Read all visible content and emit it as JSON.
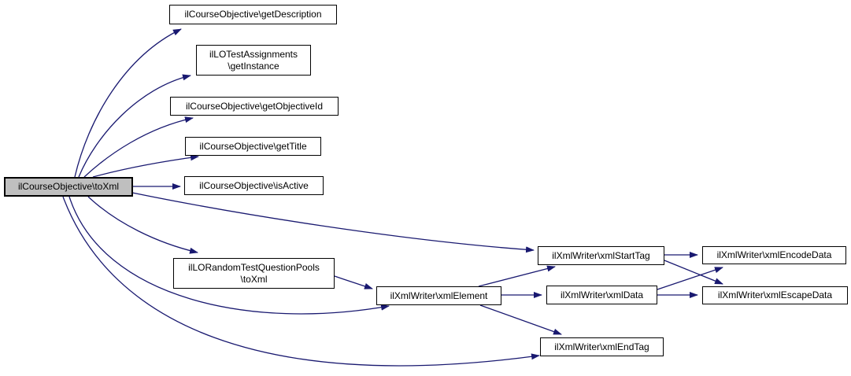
{
  "diagram": {
    "type": "call-graph",
    "root_function": "ilCourseObjective\\toXml",
    "colors": {
      "edge": "#191970",
      "node_border": "#000000",
      "node_fill": "#ffffff",
      "root_node_fill": "#bfbfbf",
      "text": "#000000",
      "background": "#ffffff"
    },
    "nodes": {
      "toXml": {
        "lines": [
          "ilCourseObjective\\toXml"
        ],
        "highlighted": true
      },
      "getDescription": {
        "lines": [
          "ilCourseObjective\\getDescription"
        ]
      },
      "getInstance": {
        "lines": [
          "ilLOTestAssignments",
          "\\getInstance"
        ]
      },
      "getObjectiveId": {
        "lines": [
          "ilCourseObjective\\getObjectiveId"
        ]
      },
      "getTitle": {
        "lines": [
          "ilCourseObjective\\getTitle"
        ]
      },
      "isActive": {
        "lines": [
          "ilCourseObjective\\isActive"
        ]
      },
      "randomPoolsToXml": {
        "lines": [
          "ilLORandomTestQuestionPools",
          "\\toXml"
        ]
      },
      "xmlElement": {
        "lines": [
          "ilXmlWriter\\xmlElement"
        ]
      },
      "xmlStartTag": {
        "lines": [
          "ilXmlWriter\\xmlStartTag"
        ]
      },
      "xmlData": {
        "lines": [
          "ilXmlWriter\\xmlData"
        ]
      },
      "xmlEndTag": {
        "lines": [
          "ilXmlWriter\\xmlEndTag"
        ]
      },
      "xmlEncodeData": {
        "lines": [
          "ilXmlWriter\\xmlEncodeData"
        ]
      },
      "xmlEscapeData": {
        "lines": [
          "ilXmlWriter\\xmlEscapeData"
        ]
      }
    },
    "edges": [
      {
        "from": "toXml",
        "to": "getDescription"
      },
      {
        "from": "toXml",
        "to": "getInstance"
      },
      {
        "from": "toXml",
        "to": "getObjectiveId"
      },
      {
        "from": "toXml",
        "to": "getTitle"
      },
      {
        "from": "toXml",
        "to": "isActive"
      },
      {
        "from": "toXml",
        "to": "xmlStartTag"
      },
      {
        "from": "toXml",
        "to": "randomPoolsToXml"
      },
      {
        "from": "toXml",
        "to": "xmlElement"
      },
      {
        "from": "toXml",
        "to": "xmlEndTag"
      },
      {
        "from": "randomPoolsToXml",
        "to": "xmlElement"
      },
      {
        "from": "xmlElement",
        "to": "xmlStartTag"
      },
      {
        "from": "xmlElement",
        "to": "xmlData"
      },
      {
        "from": "xmlElement",
        "to": "xmlEndTag"
      },
      {
        "from": "xmlStartTag",
        "to": "xmlEncodeData"
      },
      {
        "from": "xmlStartTag",
        "to": "xmlEscapeData"
      },
      {
        "from": "xmlData",
        "to": "xmlEncodeData"
      },
      {
        "from": "xmlData",
        "to": "xmlEscapeData"
      }
    ]
  }
}
